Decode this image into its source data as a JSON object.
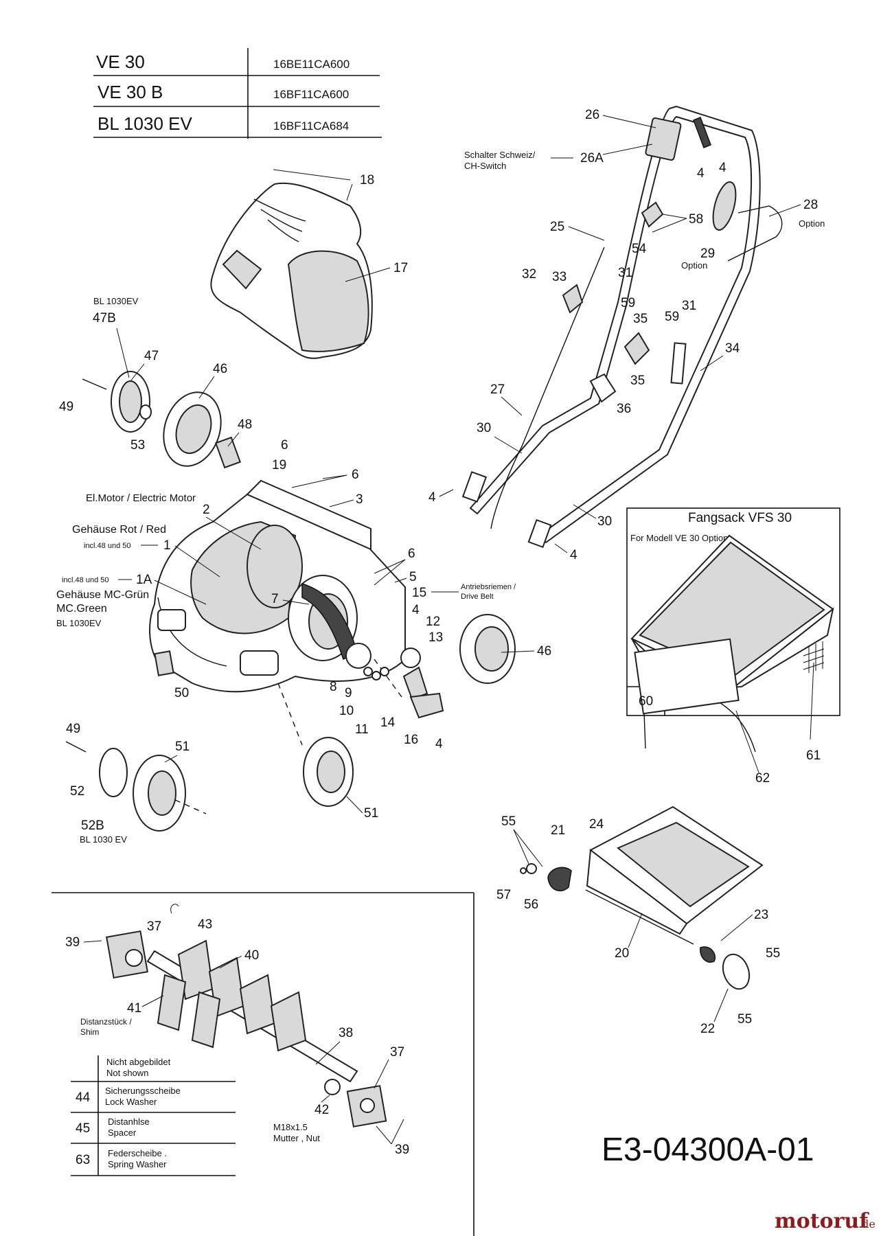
{
  "models": [
    {
      "name": "VE 30",
      "code": "16BE11CA600"
    },
    {
      "name": "VE 30 B",
      "code": "16BF11CA600"
    },
    {
      "name": "BL 1030 EV",
      "code": "16BF11CA684"
    }
  ],
  "labels": {
    "n1": "1",
    "n1a": "1A",
    "n2": "2",
    "n3": "3",
    "n4": "4",
    "n5": "5",
    "n6": "6",
    "n7": "7",
    "n8": "8",
    "n9": "9",
    "n10": "10",
    "n11": "11",
    "n12": "12",
    "n13": "13",
    "n14": "14",
    "n15": "15",
    "n16": "16",
    "n17": "17",
    "n18": "18",
    "n19": "19",
    "n20": "20",
    "n21": "21",
    "n22": "22",
    "n23": "23",
    "n24": "24",
    "n25": "25",
    "n26": "26",
    "n26a": "26A",
    "n27": "27",
    "n28": "28",
    "n29": "29",
    "n30": "30",
    "n31": "31",
    "n32": "32",
    "n33": "33",
    "n34": "34",
    "n35": "35",
    "n36": "36",
    "n37": "37",
    "n38": "38",
    "n39": "39",
    "n40": "40",
    "n41": "41",
    "n42": "42",
    "n43": "43",
    "n46": "46",
    "n47": "47",
    "n47b": "47B",
    "n48": "48",
    "n49": "49",
    "n50": "50",
    "n51": "51",
    "n52": "52",
    "n52b": "52B",
    "n53": "53",
    "n54": "54",
    "n55": "55",
    "n56": "56",
    "n57": "57",
    "n58": "58",
    "n59": "59",
    "n60": "60",
    "n61": "61",
    "n62": "62"
  },
  "notes": {
    "switch_de": "Schalter Schweiz/",
    "switch_en": "CH-Switch",
    "option": "Option",
    "bl1030ev_a": "BL 1030EV",
    "bl1030ev_b": "BL 1030EV",
    "bl1030ev_c": "BL 1030 EV",
    "motor": "El.Motor / Electric Motor",
    "housing_red": "Gehäuse Rot / Red",
    "incl_1": "incl.48 und 50",
    "incl_1a": "incl.48 und 50",
    "housing_green_1": "Gehäuse MC-Grün",
    "housing_green_2": "MC.Green",
    "belt_de": "Antriebsriemen /",
    "belt_en": "Drive Belt",
    "shim_de": "Distanzstück /",
    "shim_en": "Shim",
    "nut_1": "M18x1.5",
    "nut_2": "Mutter , Nut"
  },
  "catcher": {
    "title": "Fangsack  VFS 30",
    "subtitle": "For Modell VE 30 Option"
  },
  "not_shown": {
    "header_de": "Nicht abgebildet",
    "header_en": "Not shown",
    "rows": [
      {
        "no": "44",
        "de": "Sicherungsscheibe",
        "en": "Lock Washer"
      },
      {
        "no": "45",
        "de": "Distanhlse",
        "en": "Spacer"
      },
      {
        "no": "63",
        "de": "Federscheibe .",
        "en": "Spring Washer"
      }
    ]
  },
  "drawing_no": "E3-04300A-01",
  "watermark": {
    "brand": "motoruf",
    "tld": ".de"
  }
}
